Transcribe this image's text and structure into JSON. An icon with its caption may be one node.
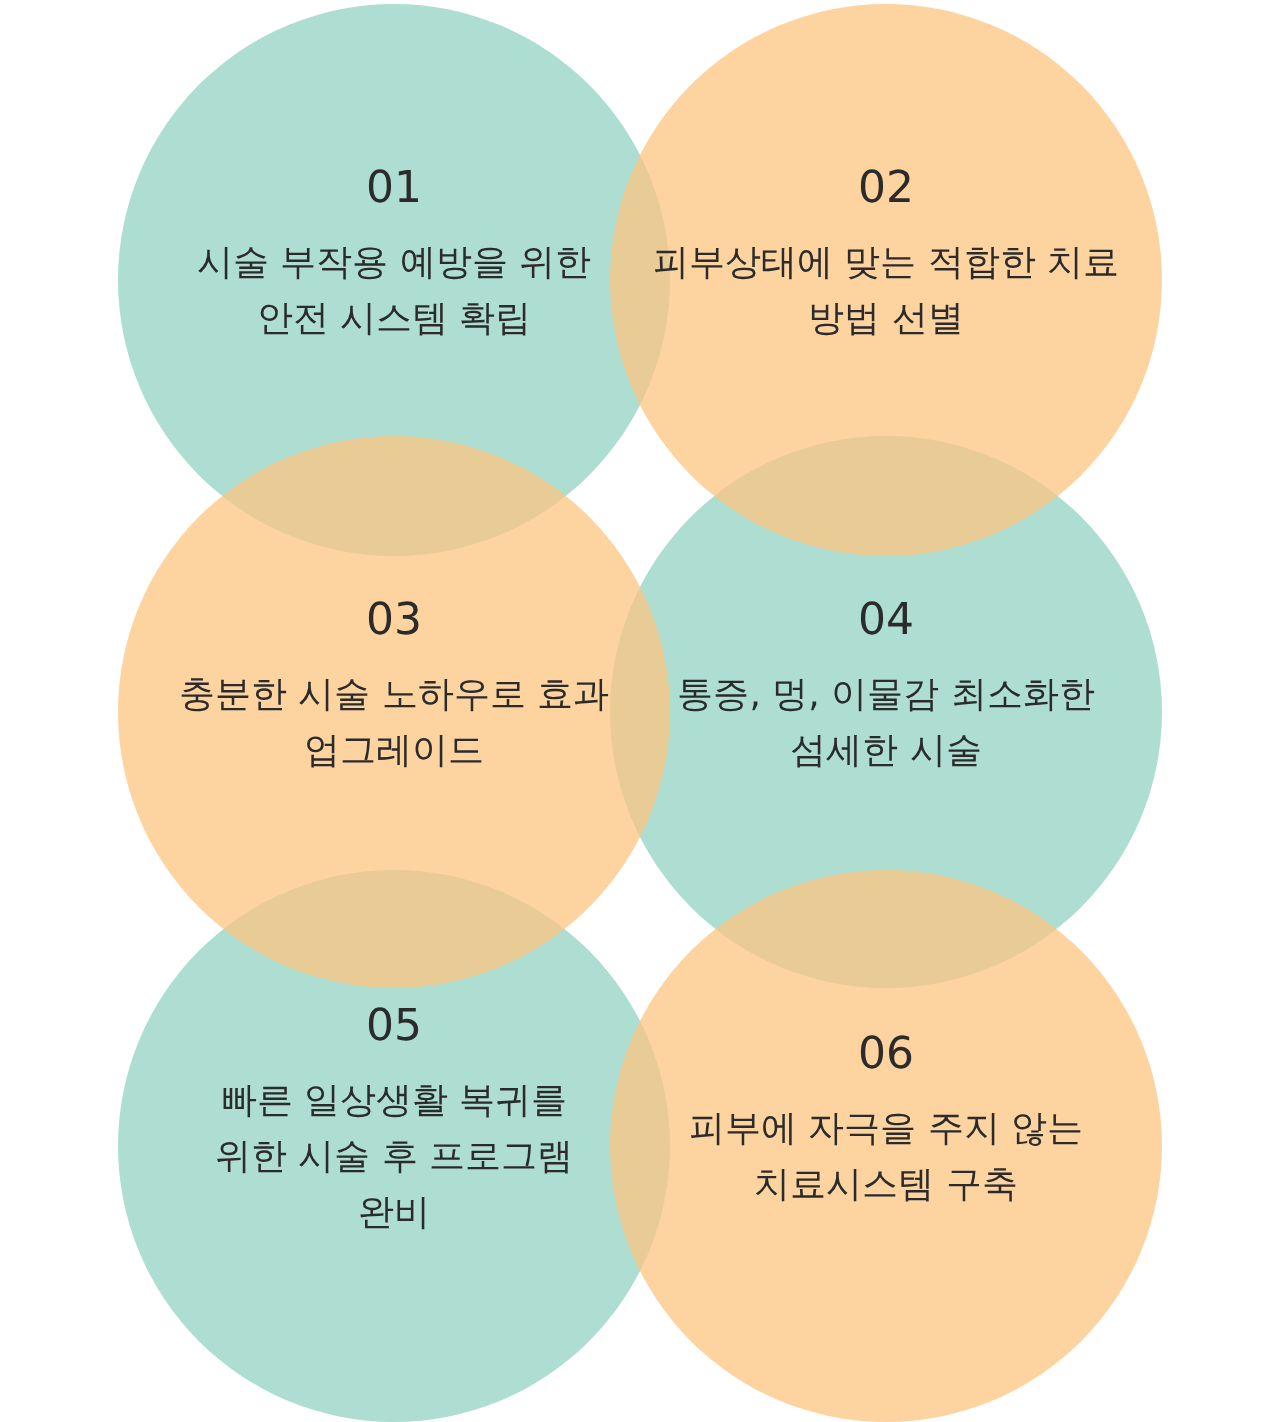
{
  "diagram": {
    "nodes": [
      {
        "text": [
          "01",
          "시술 부작용 예방을 위한 안전 시스템 확립"
        ]
      },
      {
        "text": [
          "02",
          "피부상태에 맞는 적합한 치료 방법 선별"
        ]
      },
      {
        "text": [
          "03",
          "충분한 시술 노하우로 효과 업그레이드"
        ]
      },
      {
        "text": [
          "04",
          "통증, 멍, 이물감 최소화한 섬세한 시술"
        ]
      },
      {
        "text": [
          "05",
          "빠른 일상생활 복귀를 위한 시술 후 프로그램 완비"
        ]
      },
      {
        "text": [
          "06",
          "피부에 자극을 주지 않는 치료시스템 구축"
        ]
      }
    ]
  }
}
